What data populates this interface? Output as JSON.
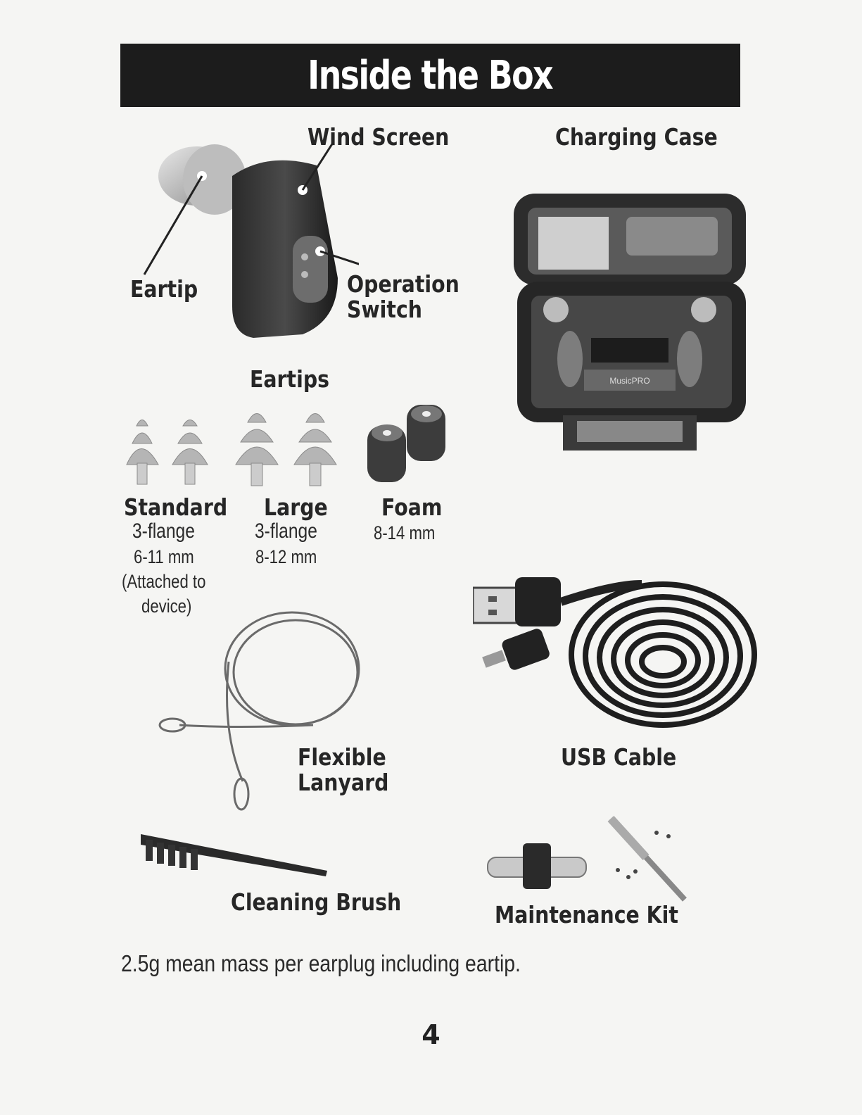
{
  "header": {
    "title": "Inside the Box"
  },
  "device": {
    "wind_screen": "Wind Screen",
    "eartip": "Eartip",
    "operation_switch_line1": "Operation",
    "operation_switch_line2": "Switch",
    "icon": "earplug-device-icon"
  },
  "charging_case": {
    "label": "Charging Case",
    "icon": "charging-case-icon",
    "brand": "MusicPRO"
  },
  "eartips": {
    "heading": "Eartips",
    "items": [
      {
        "name": "Standard",
        "type": "3-flange",
        "size": "6-11 mm",
        "note_line1": "(Attached to",
        "note_line2": "device)"
      },
      {
        "name": "Large",
        "type": "3-flange",
        "size": "8-12 mm"
      },
      {
        "name": "Foam",
        "size": "8-14 mm"
      }
    ]
  },
  "lanyard": {
    "line1": "Flexible",
    "line2": "Lanyard",
    "icon": "lanyard-icon"
  },
  "usb_cable": {
    "label": "USB Cable",
    "icon": "usb-cable-icon"
  },
  "cleaning_brush": {
    "label": "Cleaning Brush",
    "icon": "cleaning-brush-icon"
  },
  "maintenance_kit": {
    "label": "Maintenance Kit",
    "icon": "maintenance-kit-icon"
  },
  "footnote": "2.5g mean mass per earplug including eartip.",
  "page_number": "4"
}
